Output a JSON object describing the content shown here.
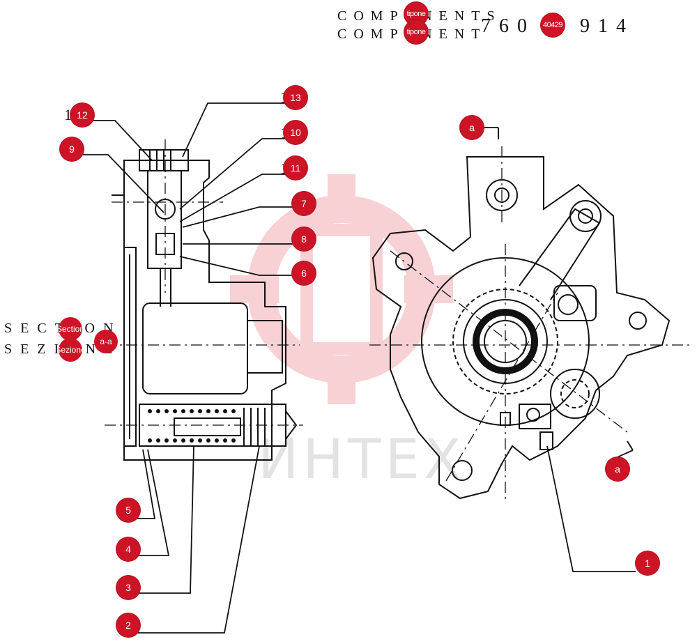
{
  "header": {
    "line1": "COMPONENTS",
    "line2": "COMPONENT",
    "part_number": "760 4 914",
    "badge_top": "tipone",
    "badge_bottom": "tipone",
    "badge_number": "40429"
  },
  "section": {
    "line1": "SECTION",
    "line2": "SEZIONE",
    "badge_1": "Section",
    "badge_2": "Sezione",
    "badge_aa": "a-a"
  },
  "callouts": {
    "c12": "12",
    "c13": "13",
    "c10": "10",
    "c9": "9",
    "c11": "11",
    "c7": "7",
    "c8": "8",
    "c6": "6",
    "c5": "5",
    "c4": "4",
    "c3": "3",
    "c2": "2",
    "c1": "1",
    "a_top": "a",
    "a_bottom": "a",
    "lead12": "1",
    "lead13": "1",
    "lead10": "1",
    "lead11": "1"
  },
  "watermark": "ИНТЕХ",
  "colors": {
    "callout": "#cc1426",
    "logo": "#f4c2c5",
    "line": "#111111"
  },
  "icons": {
    "logo": "gear-logo-icon"
  }
}
